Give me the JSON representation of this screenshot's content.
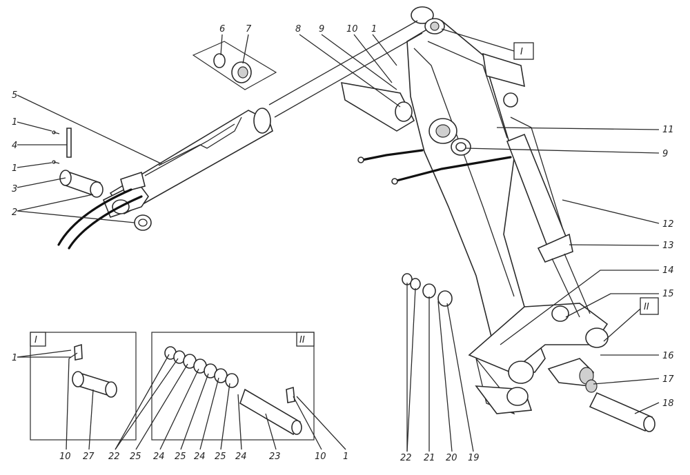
{
  "callouts": {
    "c1a": "1",
    "c4": "4",
    "c1b": "1",
    "c3": "3",
    "c2": "2",
    "c5": "5",
    "c6": "6",
    "c7": "7",
    "c8": "8",
    "c9a": "9",
    "c10a": "10",
    "c1c": "1",
    "c11": "11",
    "c9b": "9",
    "c12": "12",
    "c13": "13",
    "c14": "14",
    "c15": "15",
    "c16": "16",
    "c17": "17",
    "c18": "18",
    "c22a": "22",
    "c21": "21",
    "c20": "20",
    "c19": "19",
    "b1": "1",
    "b10a": "10",
    "b27": "27",
    "b22": "22",
    "b25a": "25",
    "b24a": "24",
    "b25b": "25",
    "b24b": "24",
    "b25c": "25",
    "b24c": "24",
    "b23": "23",
    "b10b": "10",
    "b1b": "1"
  },
  "flags": {
    "main_I": "I",
    "main_II": "II",
    "inset_I": "I",
    "inset_II": "II"
  }
}
